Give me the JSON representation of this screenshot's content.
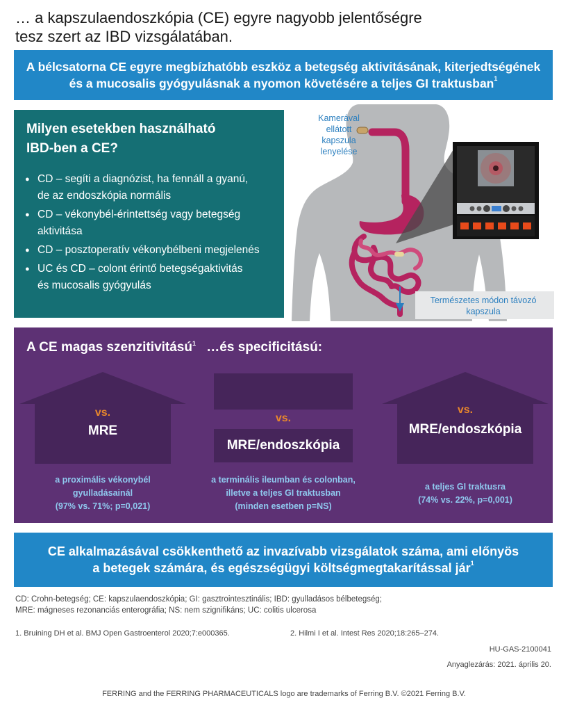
{
  "title": {
    "line1": "… a kapszulaendoszkópia (CE) egyre nagyobb jelentőségre",
    "line2": "tesz szert az IBD vizsgálatában."
  },
  "banner_top": {
    "line1": "A bélcsatorna CE egyre megbízhatóbb eszköz a betegség aktivitásának, kiterjedtségének",
    "line2": "és a mucosalis gyógyulásnak a nyomon követésére a teljes GI traktusban",
    "sup": "1"
  },
  "usage": {
    "heading1": "Milyen esetekben használható",
    "heading2": "IBD-ben a CE?",
    "items": [
      {
        "l1": "CD – segíti a diagnózist, ha fennáll a gyanú,",
        "l2": "de az endoszkópia normális"
      },
      {
        "l1": "CD – vékonybél-érintettség vagy betegség",
        "l2": "aktivitása"
      },
      {
        "l1": "CD – posztoperatív vékonybélbeni megjelenés",
        "l2": ""
      },
      {
        "l1": "UC és CD – colont érintő betegségaktivitás",
        "l2": "és mucosalis gyógyulás"
      }
    ]
  },
  "illustration": {
    "capsule_label": {
      "l1": "Kamerával",
      "l2": "ellátott",
      "l3": "kapszula",
      "l4": "lenyelése"
    },
    "exit_label": {
      "l1": "Természetes módon távozó",
      "l2": "kapszula"
    }
  },
  "comparison": {
    "title_a": "A CE magas szenzitivitású",
    "title_sup": "1",
    "title_b": "…és specificitású:",
    "left": {
      "vs": "vs.",
      "label": "MRE",
      "c1": "a proximális vékonybél",
      "c2": "gyulladásainál",
      "c3": "(97% vs. 71%; p=0,021)"
    },
    "middle": {
      "vs": "vs.",
      "label": "MRE/endoszkópia",
      "c1": "a terminális ileumban és colonban,",
      "c2": "illetve a teljes GI traktusban",
      "c3": "(minden esetben p=NS)"
    },
    "right": {
      "vs": "vs.",
      "label": "MRE/endoszkópia",
      "c1": "a teljes GI traktusra",
      "c2": "(74% vs. 22%, p=0,001)"
    }
  },
  "banner_bottom": {
    "line1": "CE alkalmazásával csökkenthető az invazívabb vizsgálatok száma, ami előnyös",
    "line2": "a betegek számára, és egészségügyi költségmegtakarítással jár",
    "sup": "1"
  },
  "abbreviations": {
    "l1": "CD: Crohn-betegség; CE: kapszulaendoszkópia; GI: gasztrointesztinális; IBD: gyulladásos bélbetegség;",
    "l2": "MRE: mágneses rezonanciás enterográfia; NS: nem szignifikáns; UC: colitis ulcerosa"
  },
  "references": {
    "r1": "1. Bruining DH et al. BMJ Open Gastroenterol 2020;7:e000365.",
    "r2": "2. Hilmi I et al. Intest Res 2020;18:265–274."
  },
  "code": "HU-GAS-2100041",
  "closing_date": "Anyaglezárás: 2021. április 20.",
  "trademark": "FERRING and the FERRING PHARMACEUTICALS logo are trademarks of Ferring B.V. ©2021 Ferring B.V.",
  "colors": {
    "blue": "#2187c7",
    "teal": "#156f74",
    "purple": "#5d3174",
    "dark_purple": "#46255a",
    "orange": "#e8872c",
    "gut": "#b5235f"
  }
}
